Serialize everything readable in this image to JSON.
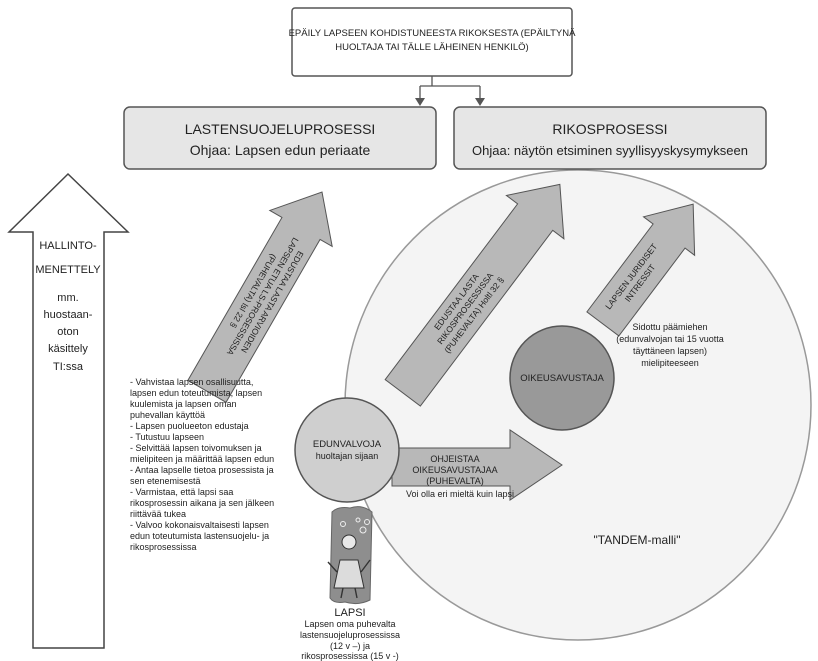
{
  "top_box": {
    "line1": "EPÄILY LAPSEEN KOHDISTUNEESTA RIKOKSESTA (EPÄILTYNÄ",
    "line2": "HUOLTAJA TAI TÄLLE LÄHEINEN HENKILÖ)"
  },
  "child_protection": {
    "title": "LASTENSUOJELUPROSESSI",
    "subtitle": "Ohjaa: Lapsen edun periaate"
  },
  "criminal": {
    "title": "RIKOSPROSESSI",
    "subtitle": "Ohjaa: näytön etsiminen syyllisyyskysymykseen"
  },
  "admin_arrow": {
    "lines": [
      "HALLINTO-",
      "MENETTELY",
      "mm.",
      "huostaan-",
      "oton",
      "käsittely",
      "TI:ssa"
    ]
  },
  "arrow_guardian_cp": {
    "lines": [
      "EDUSTAA LASTA ARVIOIDEN",
      "LAPSEN ETUA LS-PROSESSISSA",
      "(PUHEVALTA) lsl 22 §"
    ]
  },
  "arrow_guardian_crim": {
    "lines": [
      "EDUSTAA LASTA",
      "RIKOSPROSESSISSA",
      "(PUHEVALTA) Holtl 32 §"
    ]
  },
  "arrow_counsel_legal": {
    "lines": [
      "LAPSEN JURIDISET",
      "INTRESSIT"
    ]
  },
  "arrow_instructs": {
    "lines": [
      "OHJEISTAA",
      "OIKEUSAVUSTAJAA",
      "(PUHEVALTA)"
    ]
  },
  "guardian": {
    "title": "EDUNVALVOJA",
    "subtitle": "huoltajan sijaan"
  },
  "counsel": {
    "title": "OIKEUSAVUSTAJA"
  },
  "bound_note": {
    "lines": [
      "Sidottu päämiehen",
      "(edunvalvojan tai 15 vuotta",
      "täyttäneen lapsen)",
      "mielipiteeseen"
    ]
  },
  "opinion_note": "Voi olla eri mieltä kuin lapsi",
  "tandem_label": "\"TANDEM-malli\"",
  "duties": [
    [
      "- Vahvistaa lapsen osallisuutta,",
      "lapsen edun toteutumista, lapsen",
      "kuulemista ja lapsen oman",
      "puhevallan käyttöä"
    ],
    [
      "- Lapsen puolueeton edustaja"
    ],
    [
      "- Tutustuu lapseen"
    ],
    [
      "- Selvittää lapsen toivomuksen ja",
      "mielipiteen ja määrittää lapsen edun"
    ],
    [
      "- Antaa lapselle tietoa prosessista ja",
      "sen etenemisestä"
    ],
    [
      "- Varmistaa, että lapsi saa",
      "rikosprosessin aikana ja sen jälkeen",
      "riittävää tukea"
    ],
    [
      "- Valvoo kokonaisvaltaisesti lapsen",
      "edun toteutumista lastensuojelu- ja",
      "rikosprosessissa"
    ]
  ],
  "child": {
    "title": "LAPSI",
    "lines": [
      "Lapsen oma puhevalta",
      "lastensuojeluprosessissa",
      "(12 v –) ja",
      "rikosprosessissa (15 v -)"
    ]
  },
  "colors": {
    "box_fill": "#e6e6e6",
    "arrow_fill": "#b8b8b8",
    "guardian_fill": "#cfcfcf",
    "counsel_fill": "#999999",
    "tandem_fill": "#f4f4f4",
    "stroke": "#555555"
  }
}
